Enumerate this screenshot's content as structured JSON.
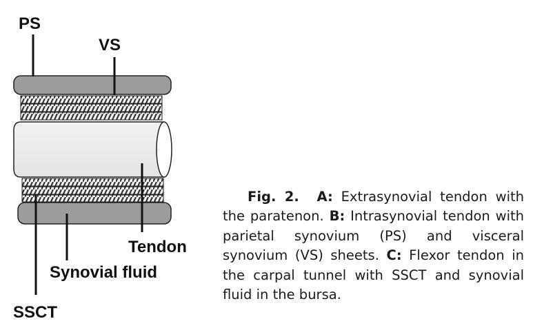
{
  "diagram": {
    "labels": {
      "ps": "PS",
      "vs": "VS",
      "tendon": "Tendon",
      "synovial_fluid": "Synovial fluid",
      "ssct": "SSCT"
    },
    "colors": {
      "sheath": "#9c9c9c",
      "tendon": "#ececec",
      "line": "#111111"
    }
  },
  "caption": {
    "fig": "Fig. 2.",
    "a_label": "A:",
    "a_text": "Extrasynovial tendon with the paratenon.",
    "b_label": "B:",
    "b_text": "Intrasynovial tendon with parietal synovium (PS) and visceral synovium (VS) sheets.",
    "c_label": "C:",
    "c_text": "Flexor tendon in the carpal tunnel with SSCT and synovial fluid in the bursa."
  }
}
